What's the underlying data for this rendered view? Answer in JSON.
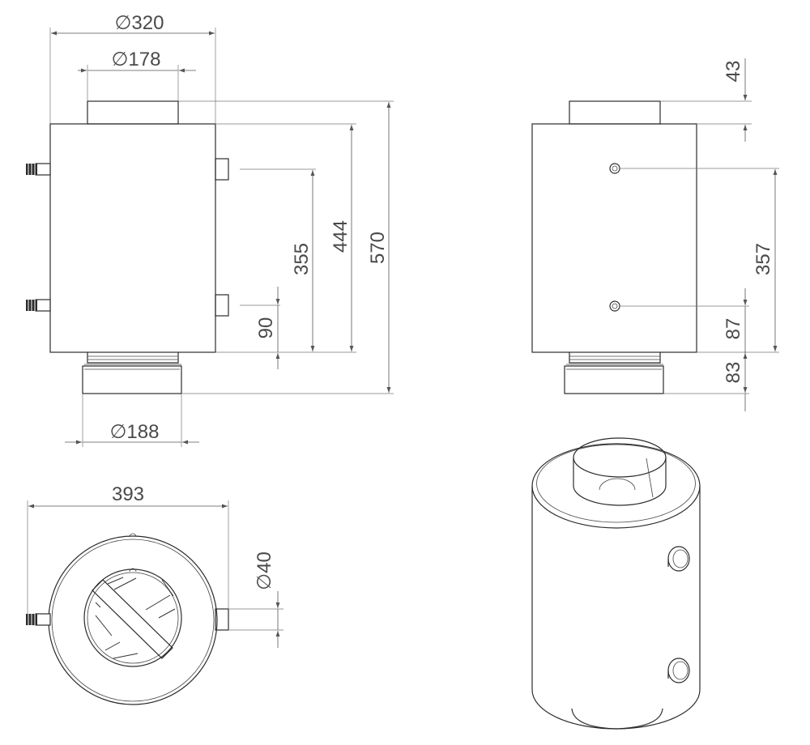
{
  "dimensions": {
    "front_top_outer_diameter": "320",
    "front_top_pipe_diameter": "178",
    "front_bottom_pipe_diameter": "188",
    "front_height_upper_port": "355",
    "front_height_body": "444",
    "front_height_total": "570",
    "front_height_lower_port": "90",
    "side_top_pipe_height": "43",
    "side_port_spacing": "357",
    "side_lower_port_height": "87",
    "side_bottom_pipe_height": "83",
    "top_overall_width": "393",
    "top_port_diameter": "40"
  },
  "symbols": {
    "diameter": "∅"
  }
}
